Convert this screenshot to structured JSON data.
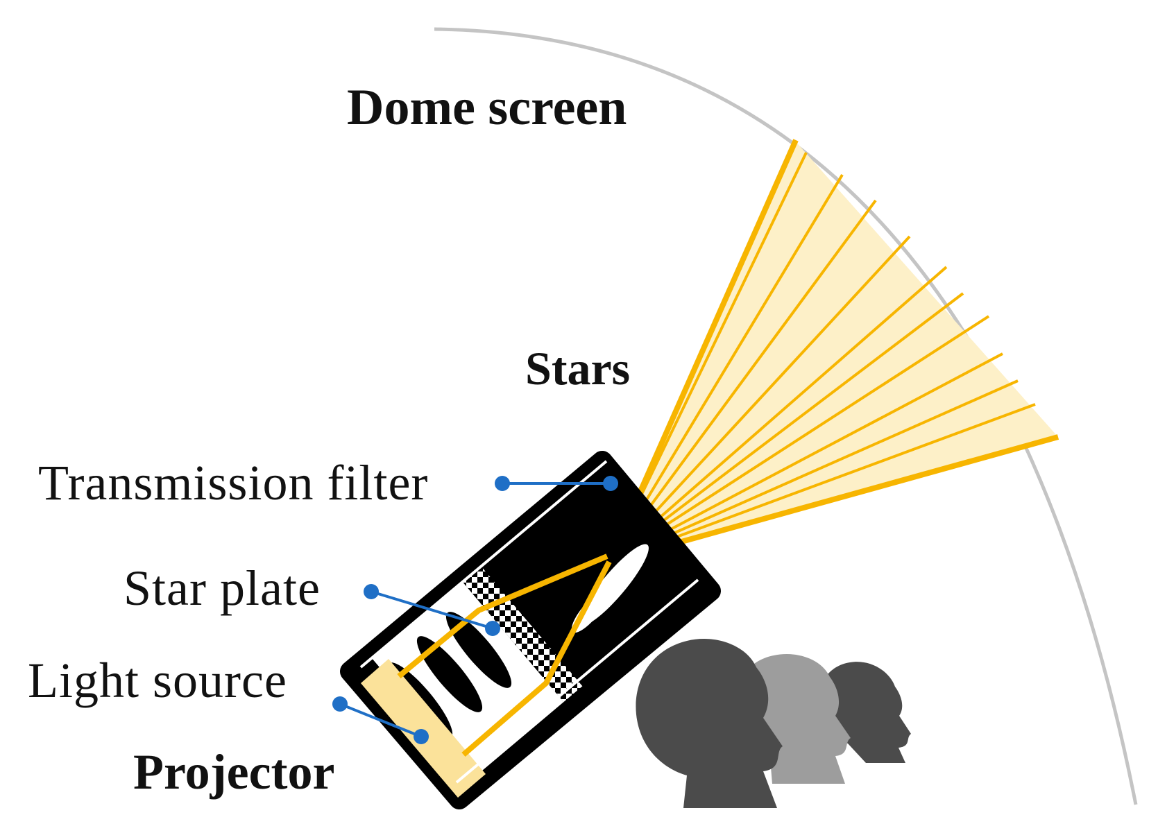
{
  "labels": {
    "dome_screen": "Dome screen",
    "stars": "Stars",
    "transmission_filter": "Transmission filter",
    "star_plate": "Star plate",
    "light_source": "Light source",
    "projector": "Projector"
  },
  "colors": {
    "dome": "#c4c4c4",
    "beam_fill": "#fdf0c8",
    "beam_line": "#f7b500",
    "projector_body": "#000000",
    "light_source": "#fbe29a",
    "callout": "#1f6fc6",
    "head_dark": "#4b4b4b",
    "head_light": "#9d9d9d"
  }
}
